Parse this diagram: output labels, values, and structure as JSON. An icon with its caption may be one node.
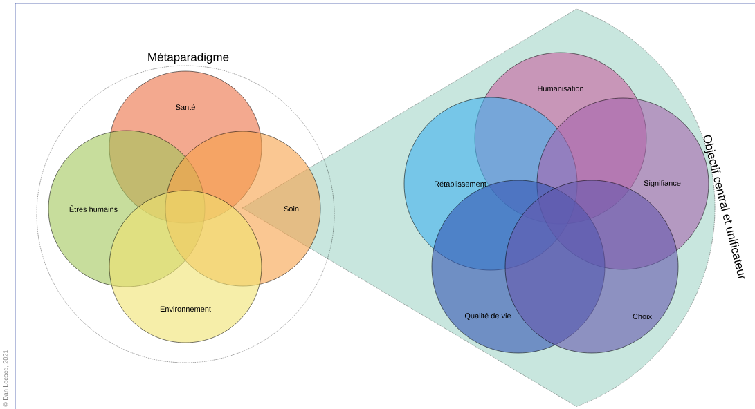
{
  "diagram": {
    "nodes": [
      {
        "text": [
          "Métaparadigme"
        ]
      },
      {
        "text": [
          "Santé"
        ],
        "in": 0
      },
      {
        "text": [
          "Êtres humains"
        ],
        "in": 0
      },
      {
        "text": [
          "Soin"
        ],
        "in": 0
      },
      {
        "text": [
          "Environnement"
        ],
        "in": 0
      },
      {
        "text": [
          "Objectif central et unificateur"
        ]
      },
      {
        "text": [
          "Humanisation"
        ],
        "in": 5
      },
      {
        "text": [
          "Rétablissement"
        ],
        "in": 5
      },
      {
        "text": [
          "Signifiance"
        ],
        "in": 5
      },
      {
        "text": [
          "Qualité de vie"
        ],
        "in": 5
      },
      {
        "text": [
          "Choix"
        ],
        "in": 5
      }
    ],
    "labels": [
      "© Dan Lecocq, 2021"
    ]
  }
}
